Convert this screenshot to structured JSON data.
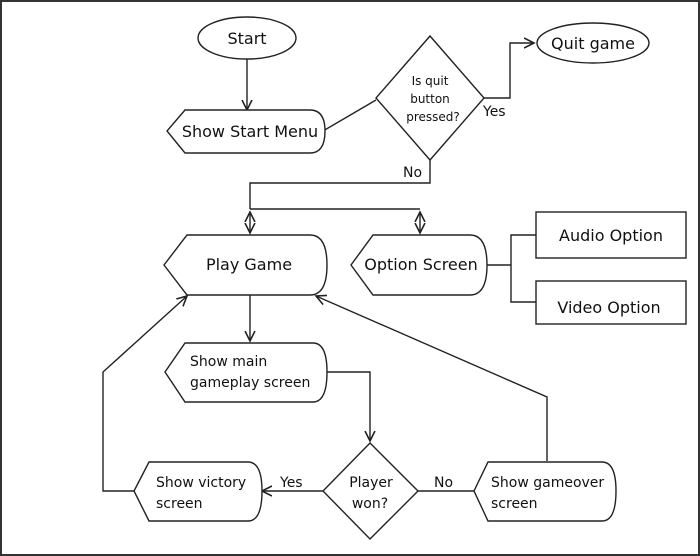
{
  "nodes": {
    "start": "Start",
    "quit_game": "Quit game",
    "show_start_menu": "Show Start Menu",
    "quit_decision": [
      "Is quit",
      "button",
      "pressed?"
    ],
    "play_game": "Play Game",
    "option_screen": "Option Screen",
    "audio_option": "Audio Option",
    "video_option": "Video Option",
    "show_main_gameplay": [
      "Show main",
      "gameplay screen"
    ],
    "player_won": [
      "Player",
      "won?"
    ],
    "show_victory": [
      "Show victory",
      "screen"
    ],
    "show_gameover": [
      "Show gameover",
      "screen"
    ]
  },
  "edge_labels": {
    "quit_yes": "Yes",
    "quit_no": "No",
    "won_yes": "Yes",
    "won_no": "No"
  },
  "colors": {
    "stroke": "#222222",
    "fill": "#ffffff",
    "text": "#111111"
  }
}
